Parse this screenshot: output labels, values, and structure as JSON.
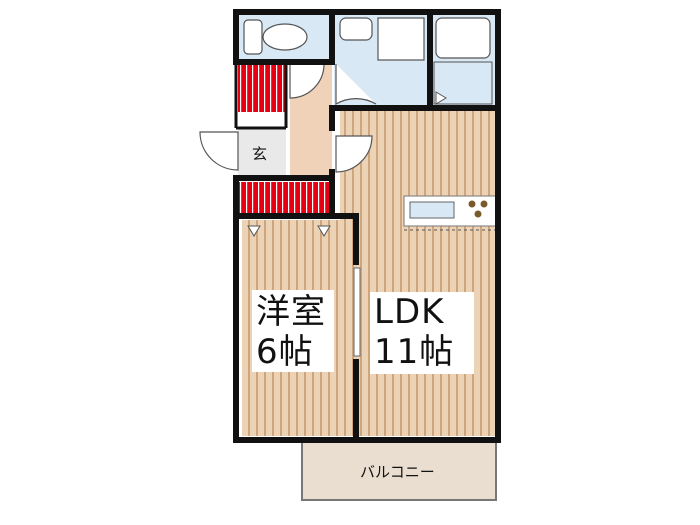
{
  "floor_plan": {
    "rooms": {
      "western_room": {
        "name": "洋室",
        "size": "6帖"
      },
      "ldk": {
        "name": "LDK",
        "size": "11帖"
      },
      "entrance": {
        "name": "玄"
      },
      "balcony": {
        "name": "バルコニー"
      }
    },
    "colors": {
      "wall": "#111111",
      "floor_wood": "#e8c9a6",
      "floor_stripe": "#cfa57d",
      "wet_area": "#d8e8f4",
      "closet": "#e60012",
      "entry_floor": "#e9e9e9",
      "hall_floor": "#f0d2b8",
      "balcony": "#e9ded0"
    }
  }
}
